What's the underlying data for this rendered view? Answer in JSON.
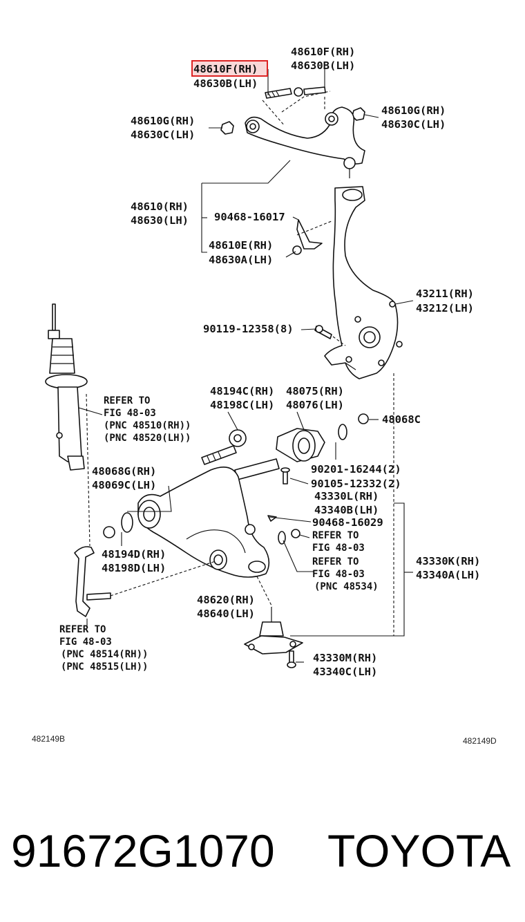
{
  "labels": {
    "l1a": "48610F(RH)",
    "l1b": "48630B(LH)",
    "l2a": "48610F(RH)",
    "l2b": "48630B(LH)",
    "l3a": "48610G(RH)",
    "l3b": "48630C(LH)",
    "l4a": "48610G(RH)",
    "l4b": "48630C(LH)",
    "l5a": "48610(RH)",
    "l5b": "48630(LH)",
    "l6": "90468-16017",
    "l7a": "48610E(RH)",
    "l7b": "48630A(LH)",
    "l8a": "43211(RH)",
    "l8b": "43212(LH)",
    "l9": "90119-12358(8)",
    "l10a": "48194C(RH)",
    "l10b": "48198C(LH)",
    "l11a": "48075(RH)",
    "l11b": "48076(LH)",
    "l12": "48068C",
    "l13a": "48068G(RH)",
    "l13b": "48069C(LH)",
    "l14": "90201-16244(2)",
    "l15": "90105-12332(2)",
    "l16a": "43330L(RH)",
    "l16b": "43340B(LH)",
    "l17": "90468-16029",
    "l18a": "48194D(RH)",
    "l18b": "48198D(LH)",
    "l19a": "43330K(RH)",
    "l19b": "43340A(LH)",
    "l20a": "48620(RH)",
    "l20b": "48640(LH)",
    "l21a": "43330M(RH)",
    "l21b": "43340C(LH)"
  },
  "refs": {
    "r1a": "REFER TO",
    "r1b": "FIG 48-03",
    "r1c": "(PNC 48510(RH))",
    "r1d": "(PNC 48520(LH))",
    "r2a": "REFER TO",
    "r2b": "FIG 48-03",
    "r3a": "REFER TO",
    "r3b": "FIG 48-03",
    "r3c": "(PNC 48534)",
    "r4a": "REFER TO",
    "r4b": "FIG 48-03",
    "r4c": "(PNC 48514(RH))",
    "r4d": "(PNC 48515(LH))"
  },
  "codes": {
    "left": "482149B",
    "right": "482149D"
  },
  "footer": {
    "part_number": "91672G1070",
    "brand": "TOYOTA"
  },
  "highlight_color": "#dd2222"
}
